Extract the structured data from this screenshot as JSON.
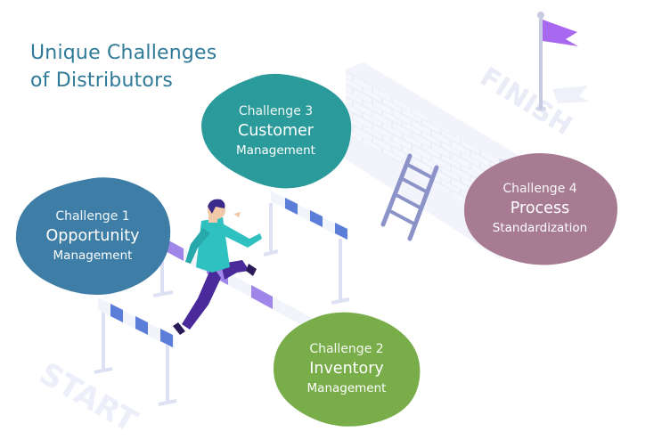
{
  "title": {
    "line1": "Unique Challenges",
    "line2": "of Distributors"
  },
  "floor_labels": {
    "start": "START",
    "finish": "FINISH"
  },
  "challenges": [
    {
      "label": "Challenge 1",
      "line1": "Opportunity",
      "line2": "Management",
      "color": "#3e7ea6"
    },
    {
      "label": "Challenge 2",
      "line1": "Inventory",
      "line2": "Management",
      "color": "#79ad4a"
    },
    {
      "label": "Challenge 3",
      "line1": "Customer",
      "line2": "Management",
      "color": "#2b9a9a"
    },
    {
      "label": "Challenge 4",
      "line1": "Process",
      "line2": "Standardization",
      "color": "#a77c92"
    }
  ],
  "colors": {
    "title": "#2f7a99",
    "flag": "#a968f0",
    "wall": "#e8e9f6",
    "hurdle_stripe": "#5b7fd8",
    "runner_shirt": "#2fc0c0",
    "runner_pants": "#4a2a9a"
  }
}
